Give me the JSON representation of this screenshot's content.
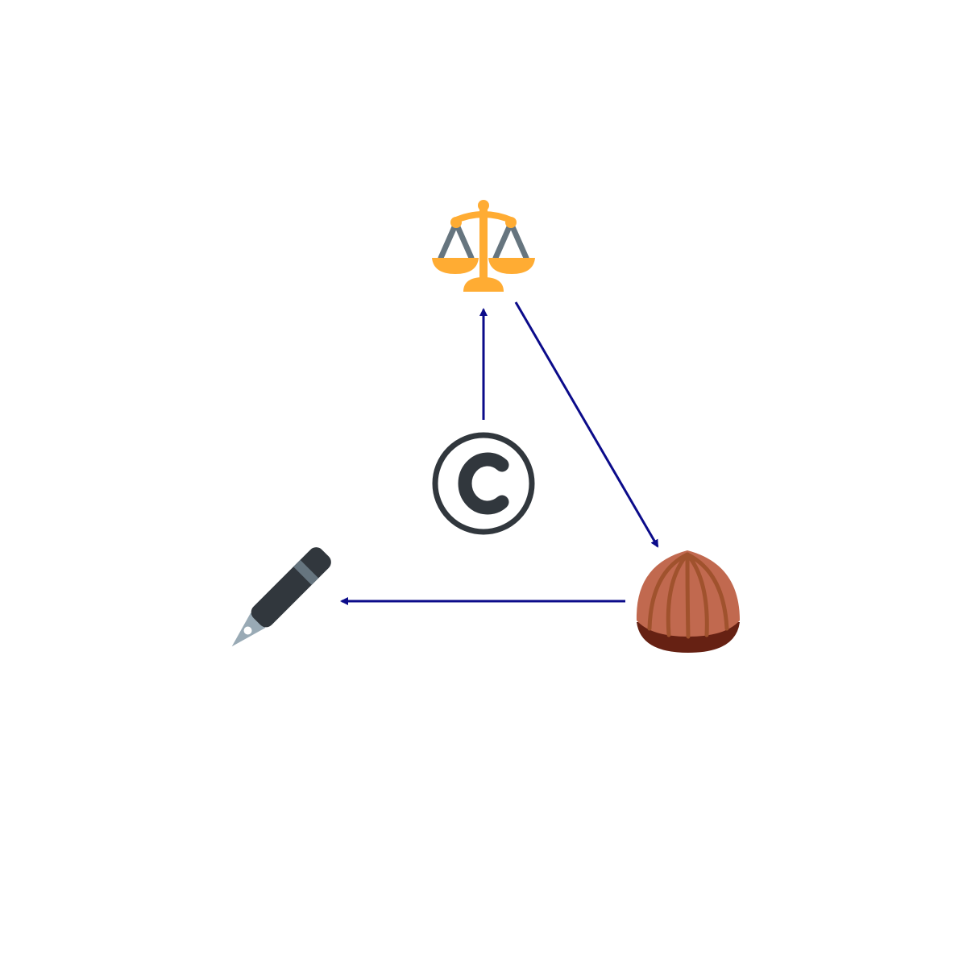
{
  "diagram": {
    "nodes": [
      {
        "id": "copyright",
        "icon": "copyright-icon"
      },
      {
        "id": "scales",
        "icon": "balance-scale-icon"
      },
      {
        "id": "hazelnut",
        "icon": "hazelnut-icon"
      },
      {
        "id": "fountain-pen",
        "icon": "fountain-pen-icon"
      }
    ],
    "edges": [
      {
        "from": "copyright",
        "to": "scales"
      },
      {
        "from": "scales",
        "to": "hazelnut"
      },
      {
        "from": "hazelnut",
        "to": "fountain-pen"
      }
    ],
    "colors": {
      "edge": "#0b0b8a",
      "scales": "#ffac33",
      "scales_chain": "#66757f",
      "copyright": "#31373d",
      "hazelnut": "#c1694f",
      "hazelnut_rib": "#a0522d",
      "hazelnut_base": "#662113",
      "pen_body": "#31373d",
      "pen_band": "#66757f",
      "pen_nib": "#99aab5",
      "pen_nib_hole": "#ffffff"
    }
  }
}
